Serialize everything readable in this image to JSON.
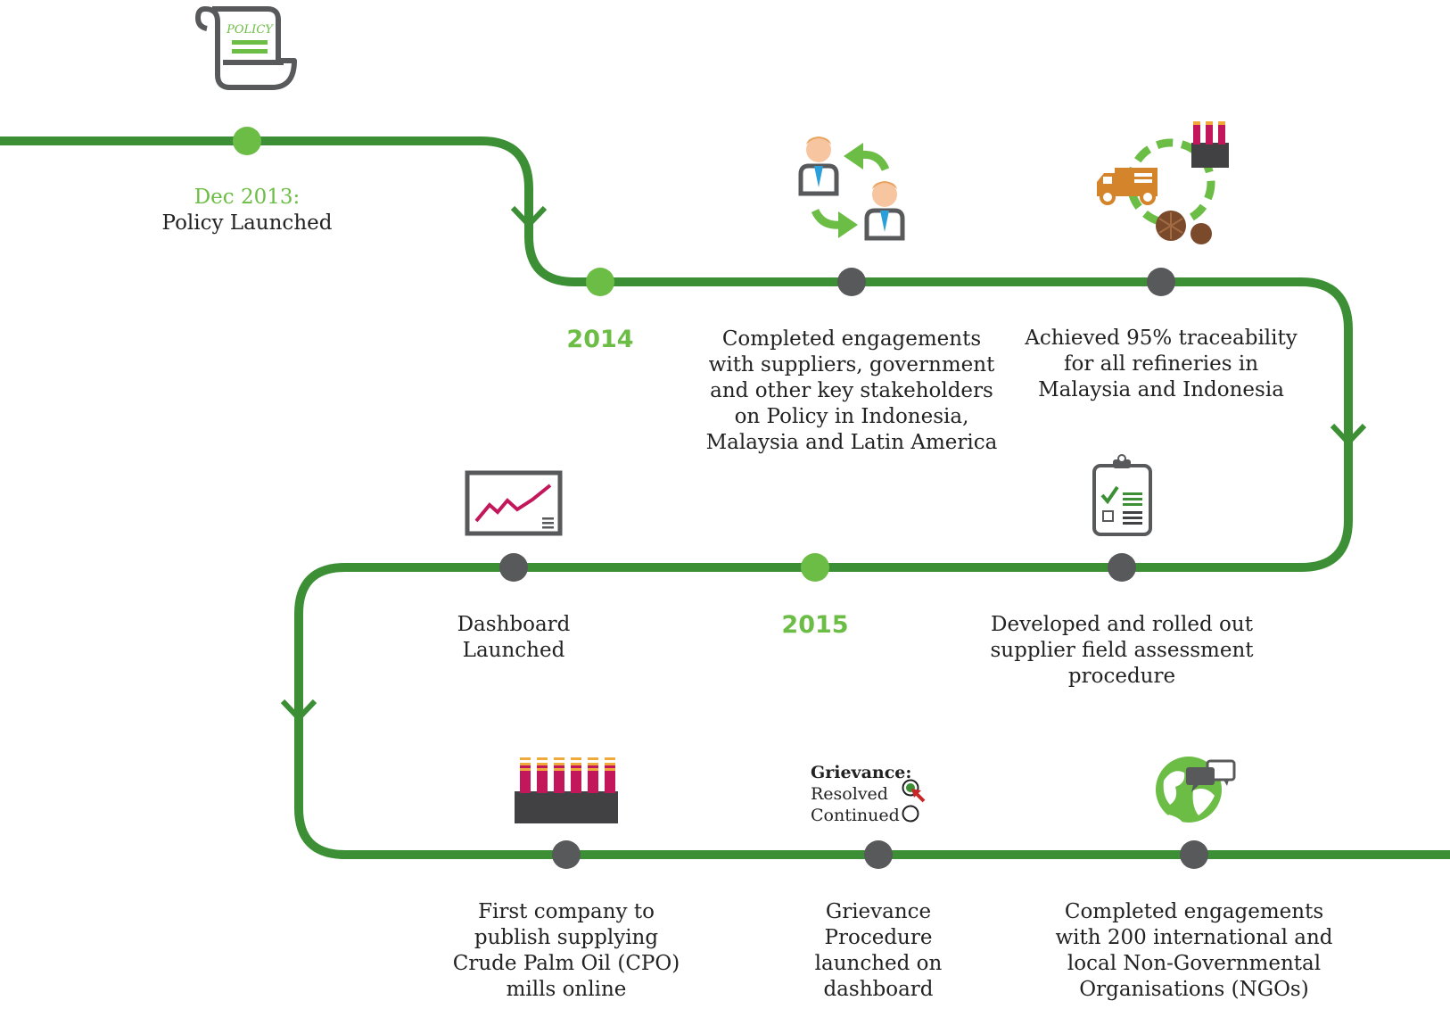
{
  "colors": {
    "track": "#3c8f35",
    "milestone_year": "#6cbd45",
    "milestone_event": "#58595b",
    "text": "#222222",
    "accent_red": "#c2185b",
    "truck": "#d4842a"
  },
  "events": [
    {
      "id": "policy",
      "date": "Dec 2013:",
      "label": "Policy Launched",
      "icon": "policy-scroll-icon"
    },
    {
      "id": "year-2014",
      "year": "2014"
    },
    {
      "id": "engagements",
      "label_lines": [
        "Completed engagements",
        "with suppliers, government",
        "and other key stakeholders",
        "on Policy in Indonesia,",
        "Malaysia and Latin America"
      ],
      "icon": "stakeholders-exchange-icon"
    },
    {
      "id": "traceability",
      "label_lines": [
        "Achieved 95% traceability",
        "for all refineries in",
        "Malaysia and Indonesia"
      ],
      "icon": "supply-chain-cycle-icon"
    },
    {
      "id": "dashboard",
      "label_lines": [
        "Dashboard",
        "Launched"
      ],
      "icon": "dashboard-chart-icon"
    },
    {
      "id": "year-2015",
      "year": "2015"
    },
    {
      "id": "assessment",
      "label_lines": [
        "Developed and rolled out",
        "supplier field assessment",
        "procedure"
      ],
      "icon": "clipboard-checklist-icon"
    },
    {
      "id": "cpo-mills",
      "label_lines": [
        "First company to",
        "publish supplying",
        "Crude Palm Oil (CPO)",
        "mills online"
      ],
      "icon": "factory-mills-icon"
    },
    {
      "id": "grievance",
      "label_lines": [
        "Grievance",
        "Procedure",
        "launched on",
        "dashboard"
      ],
      "icon": "grievance-radio-icon",
      "icon_text": {
        "title": "Grievance:",
        "option_1": "Resolved",
        "option_2": "Continued"
      }
    },
    {
      "id": "ngo",
      "label_lines": [
        "Completed engagements",
        "with 200 international and",
        "local Non-Governmental",
        "Organisations (NGOs)"
      ],
      "icon": "globe-chat-icon"
    }
  ],
  "policy_icon_text": "POLICY"
}
